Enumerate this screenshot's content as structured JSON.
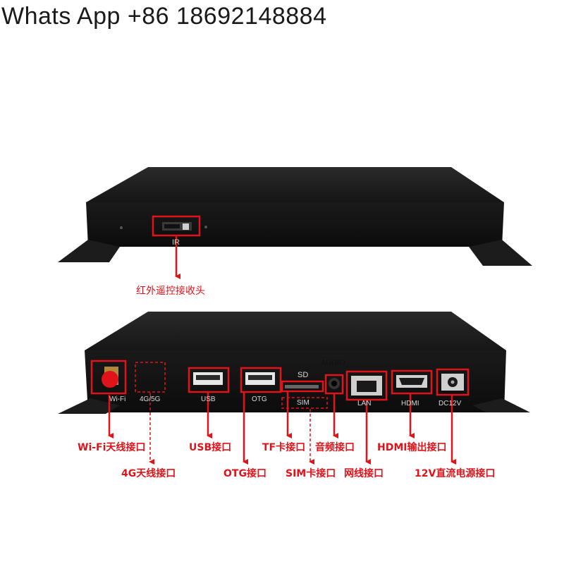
{
  "banner": {
    "text": "Whats App +86 18692148884"
  },
  "top_device": {
    "port_label": "IR",
    "callout": "红外遥控接收头"
  },
  "bottom_device": {
    "ports": [
      {
        "id": "wifi",
        "panel_label": "Wi-Fi",
        "callout": "Wi-Fi天线接口"
      },
      {
        "id": "4g",
        "panel_label": "4G/5G",
        "callout": "4G天线接口"
      },
      {
        "id": "usb",
        "panel_label": "USB",
        "callout": "USB接口"
      },
      {
        "id": "otg",
        "panel_label": "OTG",
        "callout": "OTG接口"
      },
      {
        "id": "sd",
        "panel_label": "SD",
        "callout": "TF卡接口"
      },
      {
        "id": "sim",
        "panel_label": "SIM",
        "callout": "SIM卡接口"
      },
      {
        "id": "audio",
        "panel_label": "AUDIO",
        "callout": "音频接口"
      },
      {
        "id": "lan",
        "panel_label": "LAN",
        "callout": "网线接口"
      },
      {
        "id": "hdmi",
        "panel_label": "HDMI",
        "callout": "HDMI输出接口"
      },
      {
        "id": "dc",
        "panel_label": "DC12V",
        "callout": "12V直流电源接口"
      }
    ]
  },
  "colors": {
    "callout_red": "#e0131a",
    "device_black": "#141414",
    "banner_text": "#1a1a1a"
  }
}
